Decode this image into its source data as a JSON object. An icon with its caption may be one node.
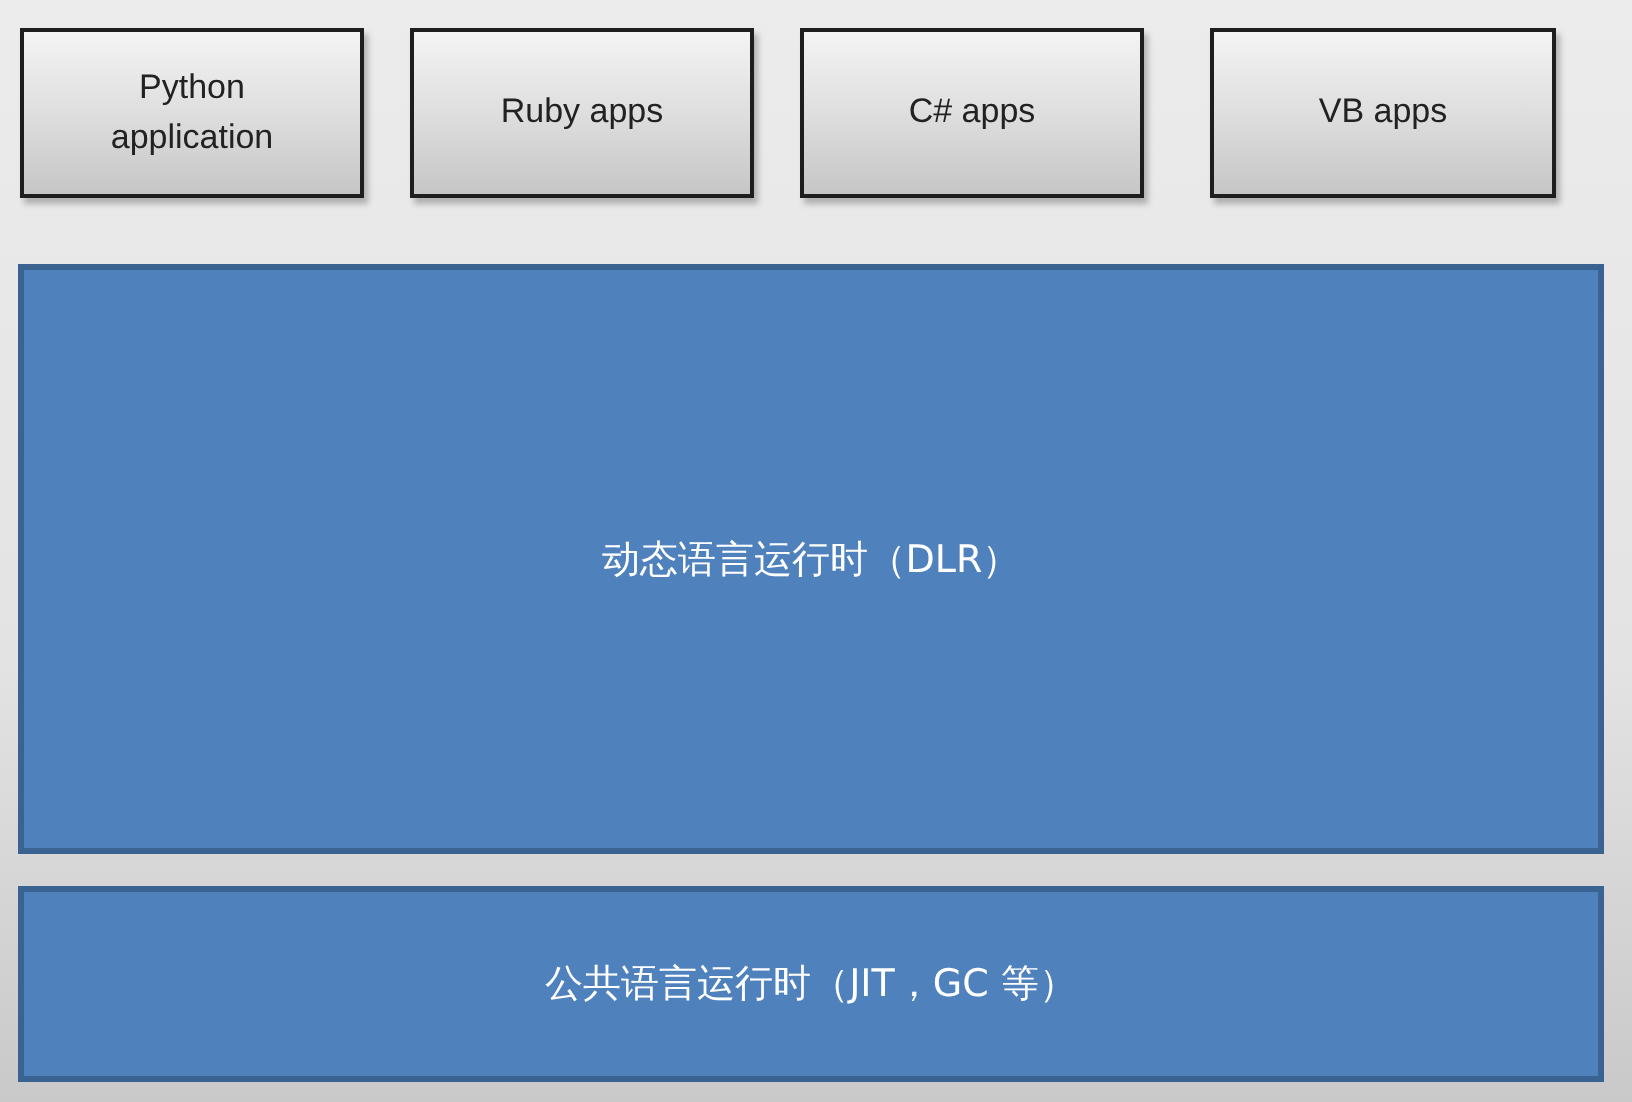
{
  "diagram": {
    "nodes": [
      {
        "text": [
          "Python application"
        ]
      },
      {
        "text": [
          "Ruby apps"
        ]
      },
      {
        "text": [
          "C# apps"
        ]
      },
      {
        "text": [
          "VB apps"
        ]
      },
      {
        "text": [
          "动态语言运行时（DLR）"
        ]
      },
      {
        "text": [
          "公共语言运行时（JIT，GC 等）"
        ]
      }
    ]
  }
}
